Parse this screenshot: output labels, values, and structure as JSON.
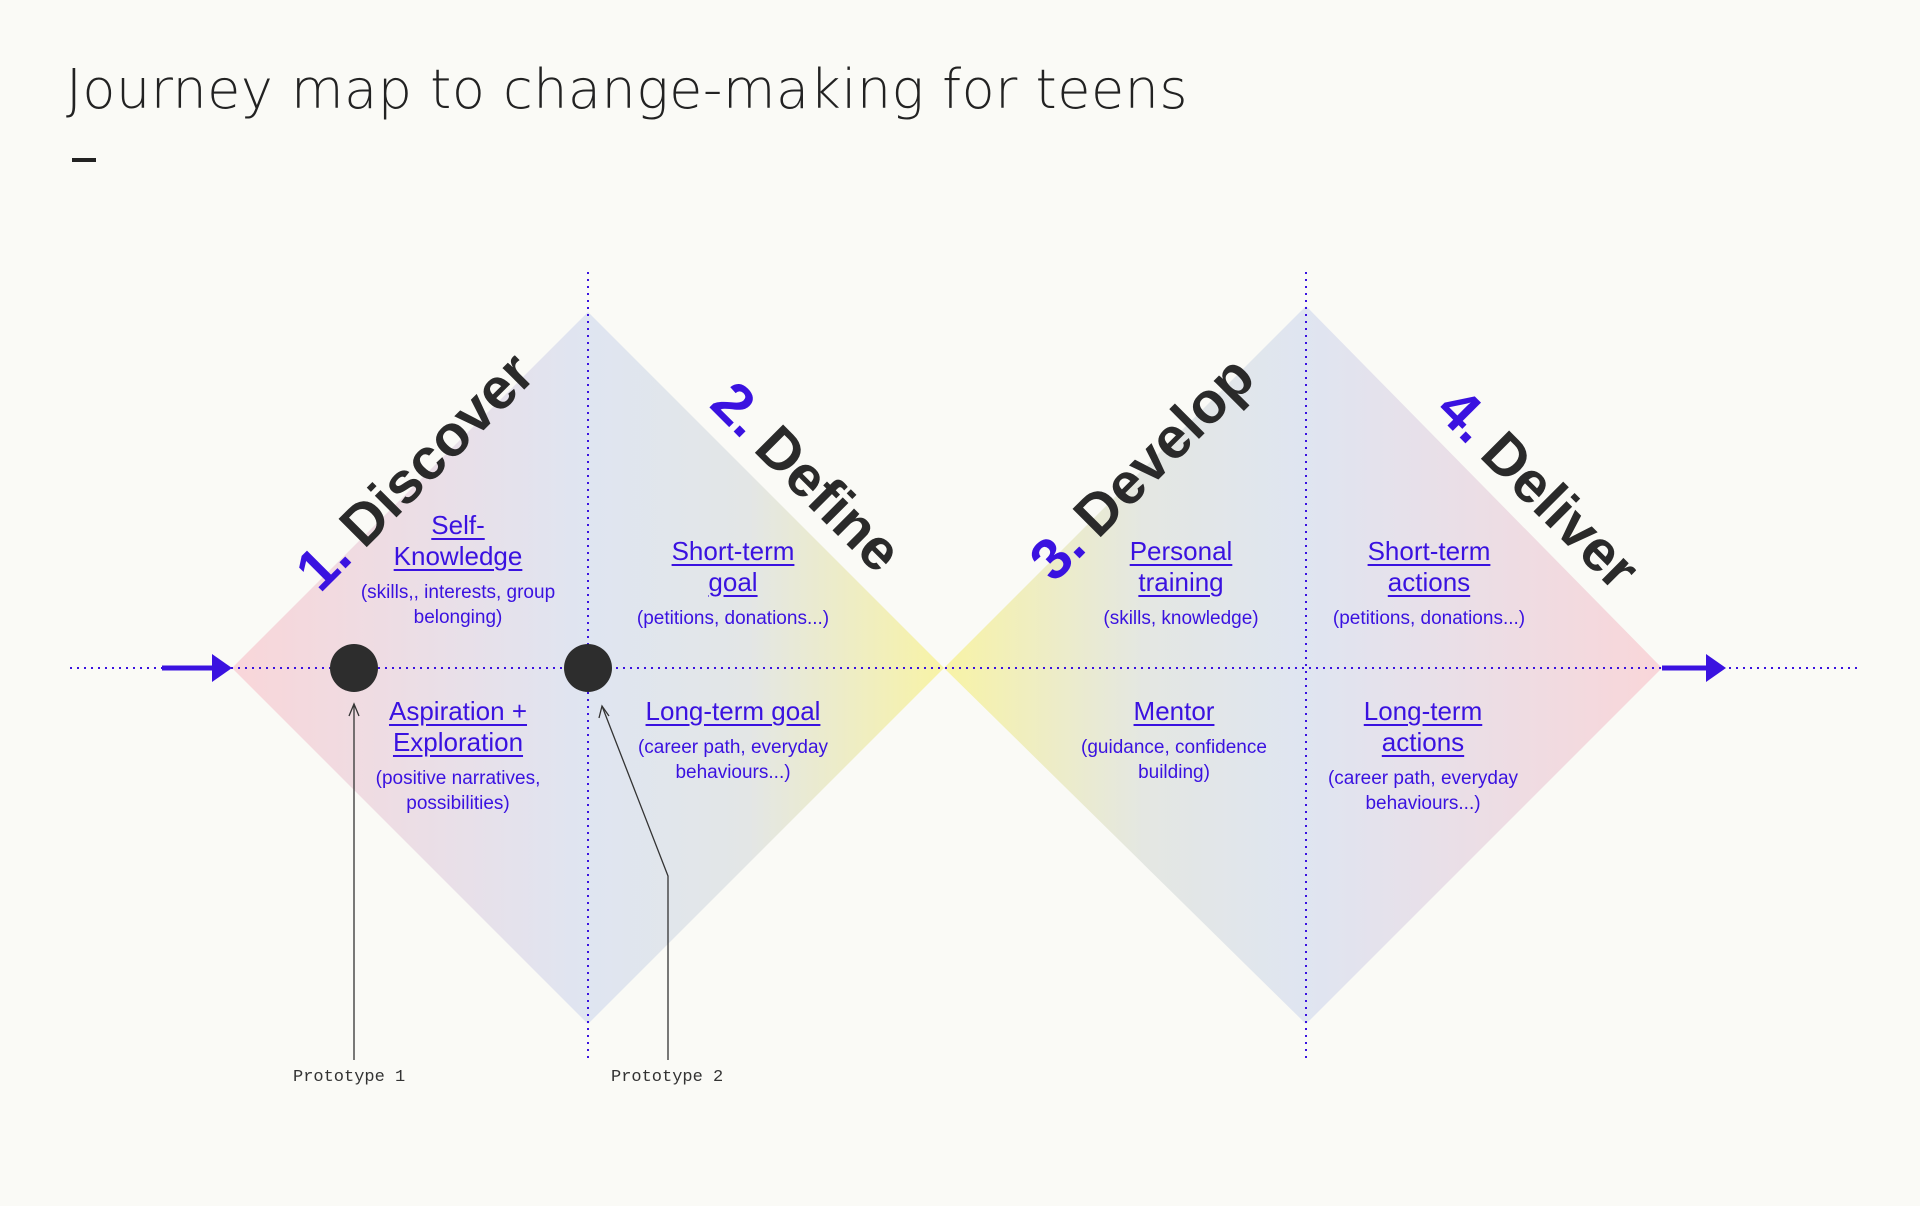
{
  "title": "Journey map to change-making for teens",
  "phases": [
    {
      "num": "1.",
      "name": "Discover"
    },
    {
      "num": "2.",
      "name": "Define"
    },
    {
      "num": "3.",
      "name": "Develop"
    },
    {
      "num": "4.",
      "name": "Deliver"
    }
  ],
  "labels": [
    {
      "heading_lines": [
        "Self-",
        "Knowledge"
      ],
      "sub_lines": [
        "(skills,, interests, group",
        "belonging)"
      ]
    },
    {
      "heading_lines": [
        "Aspiration +",
        "Exploration"
      ],
      "sub_lines": [
        "(positive narratives,",
        "possibilities)"
      ]
    },
    {
      "heading_lines": [
        "Short-term",
        "goal"
      ],
      "sub_lines": [
        "(petitions, donations...)"
      ]
    },
    {
      "heading_lines": [
        "Long-term goal"
      ],
      "sub_lines": [
        "(career path, everyday",
        "behaviours...)"
      ]
    },
    {
      "heading_lines": [
        "Personal",
        "training"
      ],
      "sub_lines": [
        "(skills, knowledge)"
      ]
    },
    {
      "heading_lines": [
        "Mentor"
      ],
      "sub_lines": [
        "(guidance, confidence",
        "building)"
      ]
    },
    {
      "heading_lines": [
        "Short-term",
        "actions"
      ],
      "sub_lines": [
        "(petitions, donations...)"
      ]
    },
    {
      "heading_lines": [
        "Long-term",
        "actions"
      ],
      "sub_lines": [
        "(career path, everyday",
        "behaviours...)"
      ]
    }
  ],
  "prototypes": [
    "Prototype 1",
    "Prototype 2"
  ],
  "colors": {
    "accent": "#3a12e0",
    "text": "#2a2a2a",
    "pink": "#f7d7dc",
    "blue": "#dde4f0",
    "yellow": "#f6f2b8",
    "dot": "#2d2d2d"
  }
}
